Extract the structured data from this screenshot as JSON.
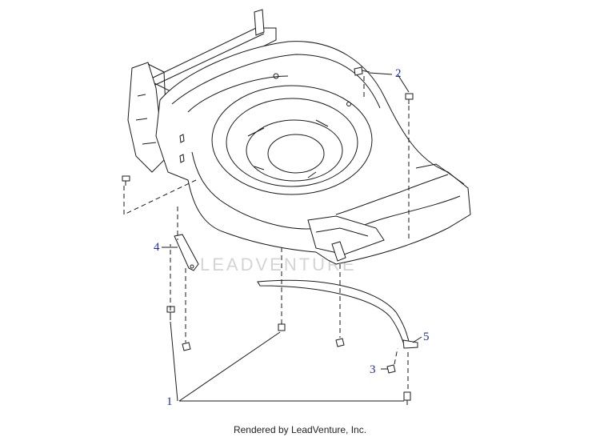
{
  "callouts": [
    {
      "id": "1",
      "label": "1"
    },
    {
      "id": "2",
      "label": "2"
    },
    {
      "id": "3",
      "label": "3"
    },
    {
      "id": "4",
      "label": "4"
    },
    {
      "id": "5",
      "label": "5"
    }
  ],
  "watermark": "LEADVENTURE",
  "footer": "Rendered by LeadVenture, Inc.",
  "colors": {
    "callout": "#1d2bb0",
    "line": "#1a1a1a",
    "watermark": "#d4d4d4"
  }
}
